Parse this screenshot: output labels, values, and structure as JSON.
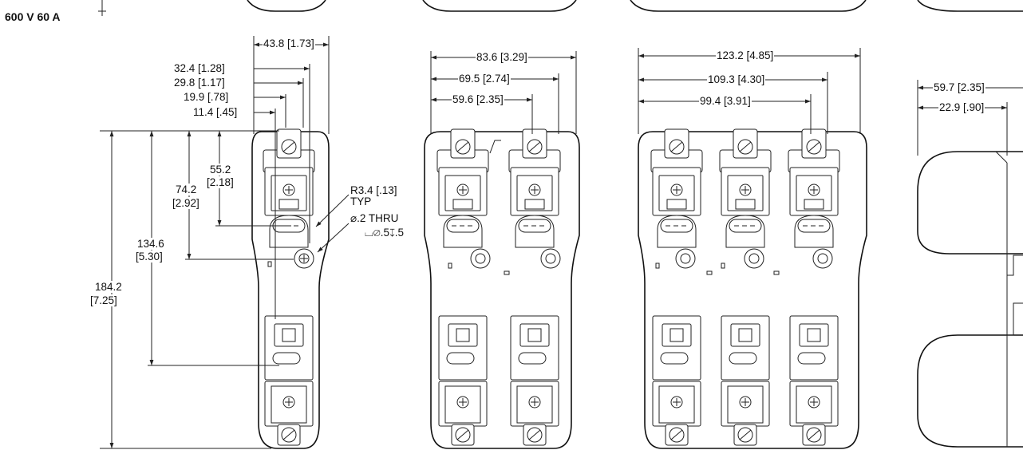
{
  "rating": "600 V 60 A",
  "views": {
    "one_pole": {
      "dims": {
        "overall_width": "43.8 [1.73]",
        "d1": "32.4 [1.28]",
        "d2": "29.8 [1.17]",
        "d3": "19.9 [.78]",
        "d4": "11.4 [.45]",
        "v_slot_mm": "55.2",
        "v_slot_in": "[2.18]",
        "v_hole_mm": "74.2",
        "v_hole_in": "[2.92]",
        "v_lower_mm": "134.6",
        "v_lower_in": "[5.30]",
        "v_overall_mm": "184.2",
        "v_overall_in": "[7.25]"
      },
      "notes": {
        "radius": "R3.4 [.13]",
        "radius_typ": "TYP",
        "hole": "⌀.2 THRU",
        "counterbore": "⌴⌀.5↧.5"
      }
    },
    "two_pole": {
      "dims": {
        "overall": "83.6 [3.29]",
        "d1": "69.5 [2.74]",
        "d2": "59.6 [2.35]"
      }
    },
    "three_pole": {
      "dims": {
        "overall": "123.2 [4.85]",
        "d1": "109.3 [4.30]",
        "d2": "99.4 [3.91]"
      }
    },
    "side": {
      "dims": {
        "depth": "59.7 [2.35]",
        "d1": "22.9 [.90]"
      }
    }
  }
}
